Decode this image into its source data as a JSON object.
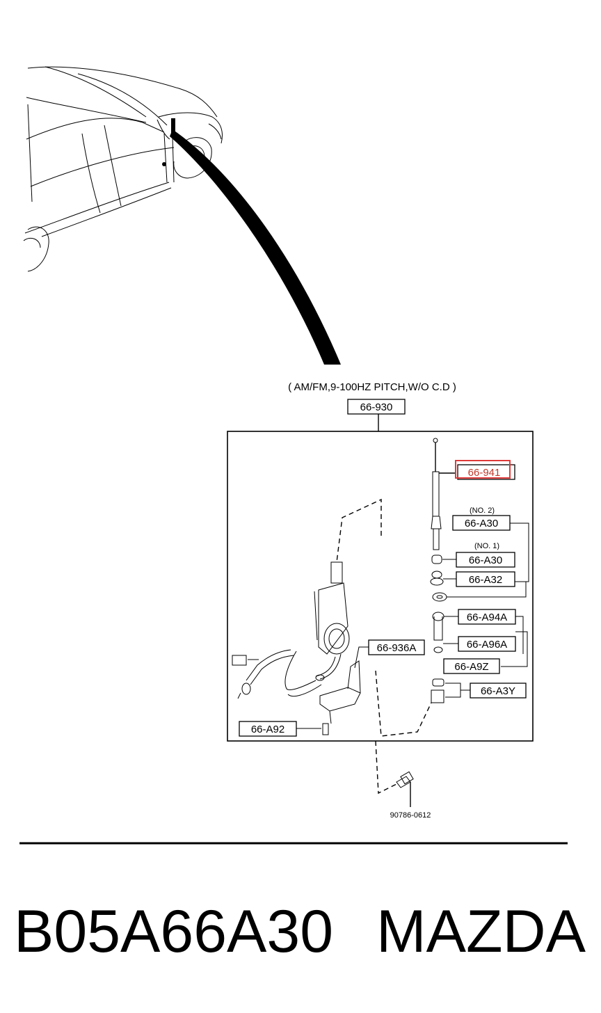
{
  "diagram": {
    "variant_note": "( AM/FM,9-100HZ  PITCH,W/O  C.D )",
    "assembly_label": "66-930",
    "parts": [
      {
        "id": "p941",
        "label": "66-941",
        "highlighted": true
      },
      {
        "id": "pA30n2",
        "label": "66-A30",
        "note": "(NO. 2)"
      },
      {
        "id": "pA30n1",
        "label": "66-A30",
        "note": "(NO. 1)"
      },
      {
        "id": "pA32",
        "label": "66-A32"
      },
      {
        "id": "pA94A",
        "label": "66-A94A"
      },
      {
        "id": "pA96A",
        "label": "66-A96A"
      },
      {
        "id": "pA9Z",
        "label": "66-A9Z"
      },
      {
        "id": "pA3Y",
        "label": "66-A3Y"
      },
      {
        "id": "p936A",
        "label": "66-936A"
      },
      {
        "id": "pA92",
        "label": "66-A92"
      }
    ],
    "bolt_label": "90786-0612",
    "highlight_color": "#e03a3a"
  },
  "footer": {
    "part_number": "B05A66A30",
    "brand": "MAZDA"
  }
}
